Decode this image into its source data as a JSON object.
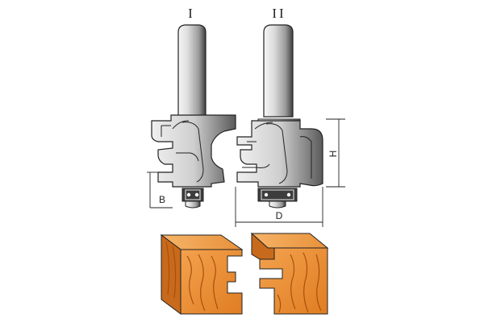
{
  "labels": {
    "bit_one": "I",
    "bit_two": "II",
    "dim_b": "B",
    "dim_h": "H",
    "dim_d": "D"
  },
  "colors": {
    "steel_light": "#e6e6e6",
    "steel_dark": "#4f4f4f",
    "wood_light": "#f0a050",
    "wood_mid": "#e58a2c",
    "wood_dark": "#b25a14",
    "outline": "#222222"
  }
}
